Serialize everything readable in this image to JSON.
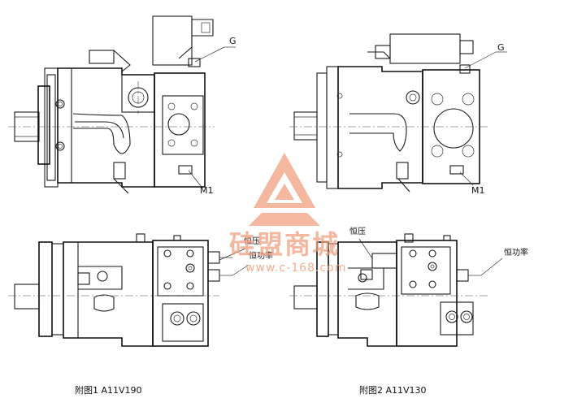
{
  "figures": [
    {
      "caption": "附图1  A11V190",
      "labels": {
        "g": "G",
        "m1": "M1",
        "constant_pressure": "恒压",
        "constant_power": "恒功率"
      }
    },
    {
      "caption": "附图2  A11V130",
      "labels": {
        "g": "G",
        "m1": "M1",
        "constant_pressure": "恒压",
        "constant_power": "恒功率"
      }
    }
  ],
  "watermark": {
    "name": "硅盟商城",
    "url": "www.c-168.com",
    "color": "#f0a080"
  }
}
